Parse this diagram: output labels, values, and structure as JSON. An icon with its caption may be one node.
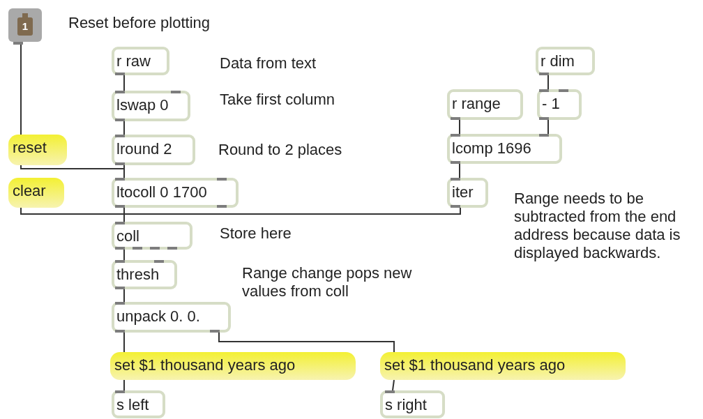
{
  "diagram": {
    "nodes": [
      {
        "text": [
          "1"
        ]
      },
      {
        "text": [
          "r raw"
        ]
      },
      {
        "text": [
          "lswap 0"
        ]
      },
      {
        "text": [
          "lround 2"
        ]
      },
      {
        "text": [
          "ltocoll 0 1700"
        ]
      },
      {
        "text": [
          "coll"
        ]
      },
      {
        "text": [
          "thresh"
        ]
      },
      {
        "text": [
          "unpack 0. 0."
        ]
      },
      {
        "text": [
          "set $1 thousand years ago"
        ]
      },
      {
        "text": [
          "s left"
        ]
      },
      {
        "text": [
          "set $1 thousand years ago"
        ]
      },
      {
        "text": [
          "s right"
        ]
      },
      {
        "text": [
          "r dim"
        ]
      },
      {
        "text": [
          "r range"
        ]
      },
      {
        "text": [
          "- 1"
        ]
      },
      {
        "text": [
          "lcomp 1696"
        ]
      },
      {
        "text": [
          "iter"
        ]
      },
      {
        "text": [
          "reset"
        ]
      },
      {
        "text": [
          "clear"
        ]
      }
    ],
    "edges": [
      {
        "from": 0,
        "to": 17,
        "arrow": "none"
      },
      {
        "from": 1,
        "to": 2,
        "arrow": "none"
      },
      {
        "from": 2,
        "to": 3,
        "arrow": "none"
      },
      {
        "from": 3,
        "to": 4,
        "arrow": "none"
      },
      {
        "from": 17,
        "to": 4,
        "arrow": "none"
      },
      {
        "from": 4,
        "to": 5,
        "arrow": "none"
      },
      {
        "from": 18,
        "to": 5,
        "arrow": "none"
      },
      {
        "from": 16,
        "to": 5,
        "arrow": "none"
      },
      {
        "from": 5,
        "to": 6,
        "arrow": "none"
      },
      {
        "from": 6,
        "to": 7,
        "arrow": "none"
      },
      {
        "from": 7,
        "to": 8,
        "arrow": "none"
      },
      {
        "from": 7,
        "to": 10,
        "arrow": "none"
      },
      {
        "from": 8,
        "to": 9,
        "arrow": "none"
      },
      {
        "from": 10,
        "to": 11,
        "arrow": "none"
      },
      {
        "from": 12,
        "to": 14,
        "arrow": "none"
      },
      {
        "from": 13,
        "to": 15,
        "arrow": "none"
      },
      {
        "from": 14,
        "to": 15,
        "arrow": "none"
      },
      {
        "from": 15,
        "to": 16,
        "arrow": "none"
      }
    ],
    "labels": [
      "Reset before plotting",
      "Data from text",
      "Take first column",
      "Round to 2 places",
      "Store here",
      "Range change pops new values from coll",
      "Range needs to be subtracted from the end address because data is displayed backwards."
    ]
  }
}
